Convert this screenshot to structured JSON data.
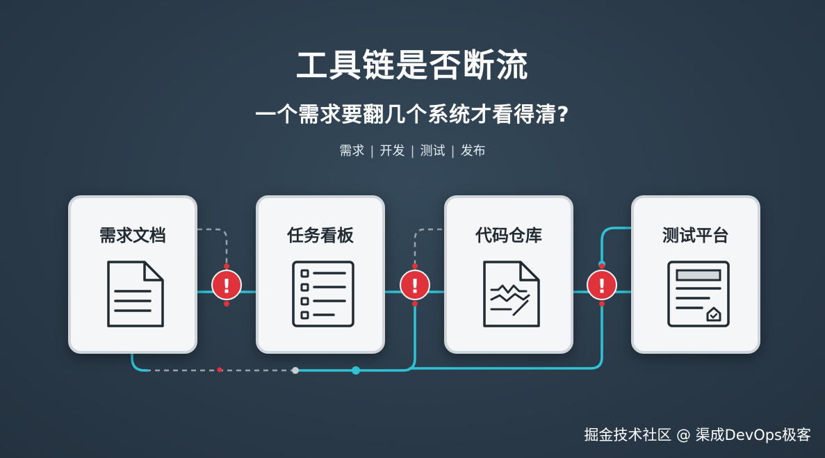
{
  "title": "工具链是否断流",
  "subtitle": "一个需求要翻几个系统才看得清?",
  "stages": [
    "需求",
    "开发",
    "测试",
    "发布"
  ],
  "stage_separator": "|",
  "cards": [
    {
      "label": "需求文档",
      "icon": "document-icon"
    },
    {
      "label": "任务看板",
      "icon": "checklist-icon"
    },
    {
      "label": "代码仓库",
      "icon": "code-file-icon"
    },
    {
      "label": "测试平台",
      "icon": "test-report-icon"
    }
  ],
  "warning_symbol": "!",
  "colors": {
    "background": "#2b3b4a",
    "connector": "#2ec4d6",
    "dashed": "#9aa4ab",
    "warning": "#e0323a",
    "card": "#f5f6f7"
  },
  "watermark": "掘金技术社区 @ 渠成DevOps极客"
}
